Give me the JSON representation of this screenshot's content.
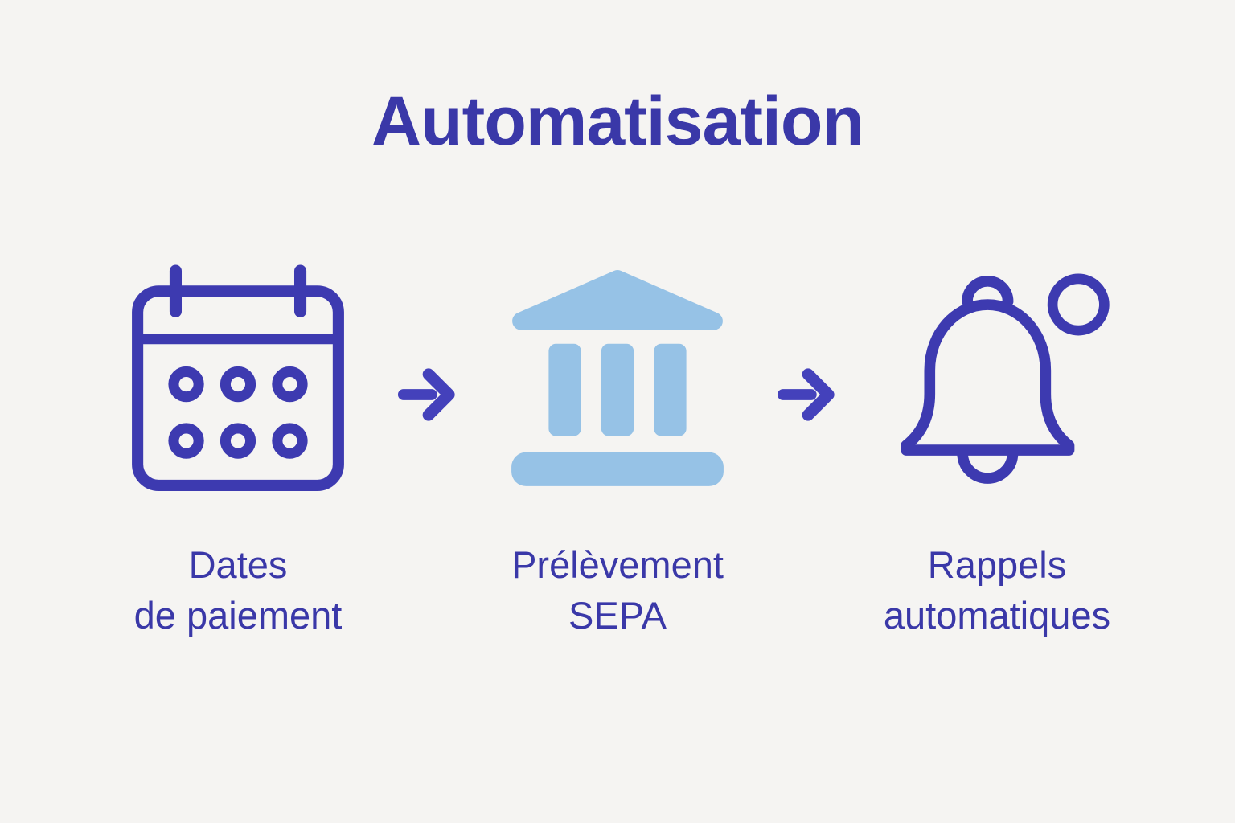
{
  "page": {
    "background_color": "#f5f4f2"
  },
  "title": "Automatisation",
  "colors": {
    "text_indigo": "#3a38a8",
    "icon_indigo": "#3d3ab0",
    "arrow_indigo": "#4441bb",
    "bank_blue": "#96c2e6"
  },
  "steps": [
    {
      "icon": "calendar-icon",
      "label_lines": [
        "Dates",
        "de paiement"
      ]
    },
    {
      "icon": "bank-icon",
      "label_lines": [
        "Prélèvement",
        "SEPA"
      ]
    },
    {
      "icon": "bell-icon",
      "label_lines": [
        "Rappels",
        "automatiques"
      ]
    }
  ],
  "arrows": [
    {
      "icon": "right-arrow-icon"
    },
    {
      "icon": "right-arrow-icon"
    }
  ]
}
